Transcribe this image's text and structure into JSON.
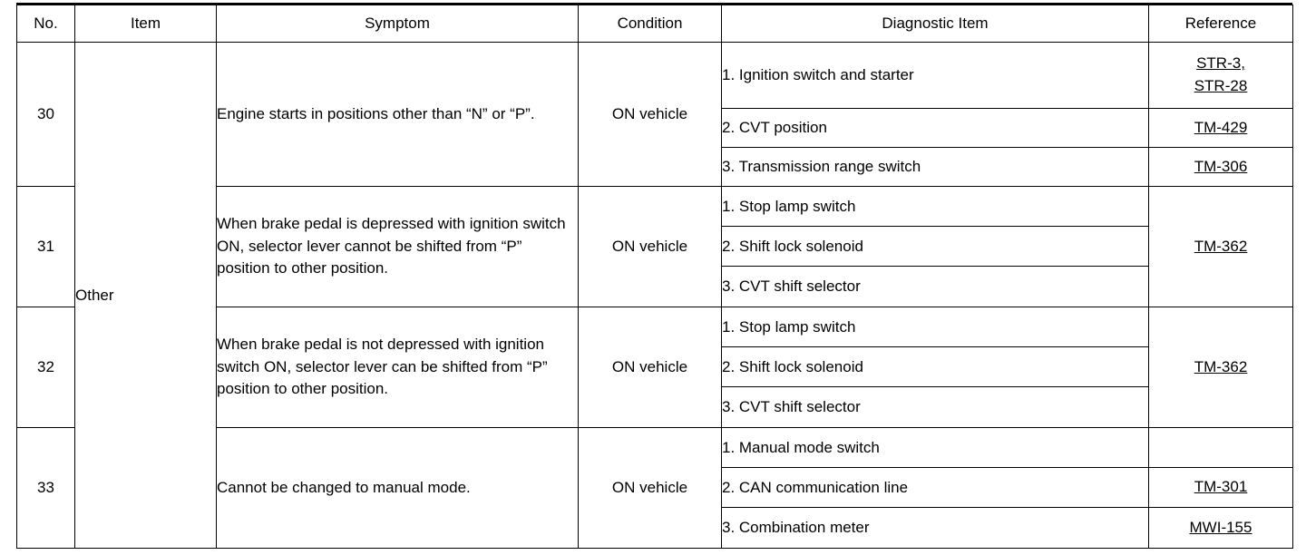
{
  "table": {
    "headers": {
      "no": "No.",
      "item": "Item",
      "symptom": "Symptom",
      "condition": "Condition",
      "diagnostic_item": "Diagnostic Item",
      "reference": "Reference"
    },
    "item_group_label": "Other",
    "rows": [
      {
        "no": "30",
        "symptom": "Engine starts in positions other than “N” or “P”.",
        "condition": "ON vehicle",
        "diagnostics": [
          {
            "text": "1. Ignition switch and starter",
            "references": [
              "STR-3,",
              "STR-28"
            ]
          },
          {
            "text": "2. CVT position",
            "references": [
              "TM-429"
            ]
          },
          {
            "text": "3. Transmission range switch",
            "references": [
              "TM-306"
            ]
          }
        ]
      },
      {
        "no": "31",
        "symptom": "When brake pedal is depressed with ignition switch ON, selector lever cannot be shifted from “P” position to other position.",
        "condition": "ON vehicle",
        "diagnostics": [
          {
            "text": "1. Stop lamp switch",
            "references": []
          },
          {
            "text": "2. Shift lock solenoid",
            "references": []
          },
          {
            "text": "3. CVT shift selector",
            "references": []
          }
        ],
        "reference_span": [
          "TM-362"
        ]
      },
      {
        "no": "32",
        "symptom": "When brake pedal is not depressed with ignition switch ON, selector lever can be shifted from “P” position to other position.",
        "condition": "ON vehicle",
        "diagnostics": [
          {
            "text": "1. Stop lamp switch",
            "references": []
          },
          {
            "text": "2. Shift lock solenoid",
            "references": []
          },
          {
            "text": "3. CVT shift selector",
            "references": []
          }
        ],
        "reference_span": [
          "TM-362"
        ]
      },
      {
        "no": "33",
        "symptom": "Cannot be changed to manual mode.",
        "condition": "ON vehicle",
        "diagnostics": [
          {
            "text": "1. Manual mode switch",
            "references": []
          },
          {
            "text": "2. CAN communication line",
            "references": [
              "TM-301"
            ]
          },
          {
            "text": "3. Combination meter",
            "references": [
              "MWI-155"
            ]
          }
        ]
      }
    ]
  }
}
